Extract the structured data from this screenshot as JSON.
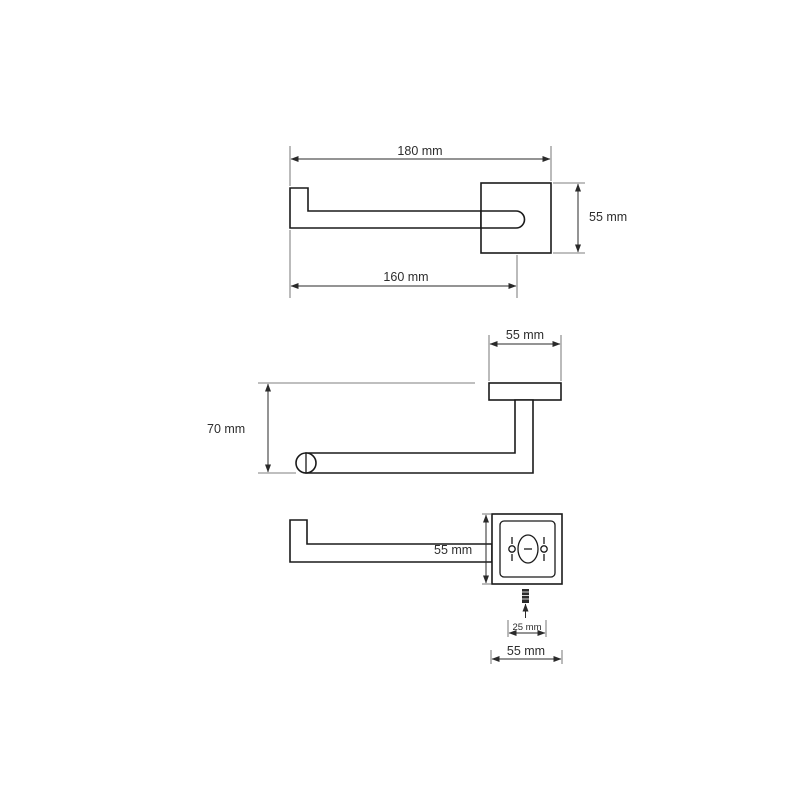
{
  "top_view": {
    "overall_width": "180 mm",
    "arm_length": "160 mm",
    "plate_height": "55 mm"
  },
  "side_view": {
    "plate_width": "55 mm",
    "projection": "70 mm"
  },
  "front_view": {
    "plate_height": "55 mm",
    "screw_spacing": "25 mm",
    "plate_width": "55 mm"
  }
}
